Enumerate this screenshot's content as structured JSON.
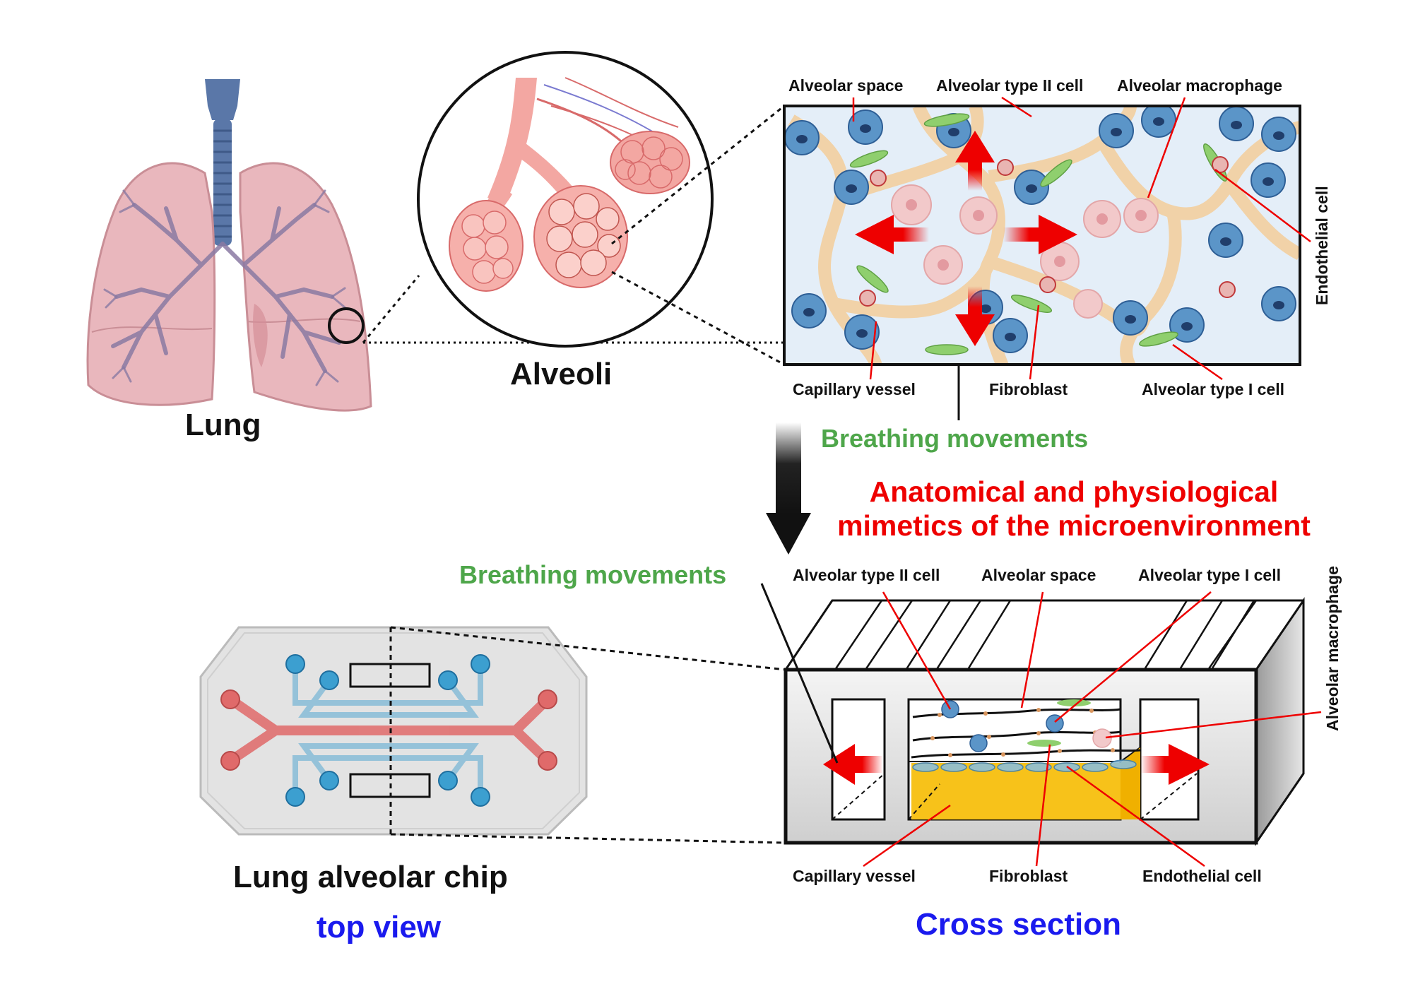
{
  "figure": {
    "lung_label": "Lung",
    "alveoli_label": "Alveoli",
    "chip_label": "Lung alveolar chip",
    "top_view_label": "top view",
    "cross_section_label": "Cross section",
    "headline_line1": "Anatomical and physiological",
    "headline_line2": "mimetics of the microenvironment",
    "tissue_callouts": {
      "alveolar_space": "Alveolar space",
      "alveolar_type_ii": "Alveolar type II cell",
      "alveolar_macrophage": "Alveolar macrophage",
      "endothelial_cell": "Endothelial cell",
      "capillary_vessel": "Capillary vessel",
      "fibroblast": "Fibroblast",
      "alveolar_type_i": "Alveolar type I cell",
      "breathing_movements": "Breathing movements"
    },
    "chip_callouts": {
      "breathing_movements": "Breathing movements",
      "alveolar_type_ii": "Alveolar type II cell",
      "alveolar_space": "Alveolar space",
      "alveolar_type_i": "Alveolar type I cell",
      "alveolar_macrophage": "Alveolar macrophage",
      "capillary_vessel": "Capillary vessel",
      "fibroblast": "Fibroblast",
      "endothelial_cell": "Endothelial cell"
    },
    "colors": {
      "arrow_red": "#ee0000",
      "label_green": "#4ea64a",
      "label_blue": "#1a1aee",
      "lung_pink": "#e9b7bd",
      "bronchi_blue": "#5a77a8",
      "alveolar_cell_blue": "#5b95c8",
      "capillary_yellow": "#f7c21a",
      "chip_red_channel": "#e06a6a",
      "chip_blue_channel": "#8dbfd9"
    }
  }
}
